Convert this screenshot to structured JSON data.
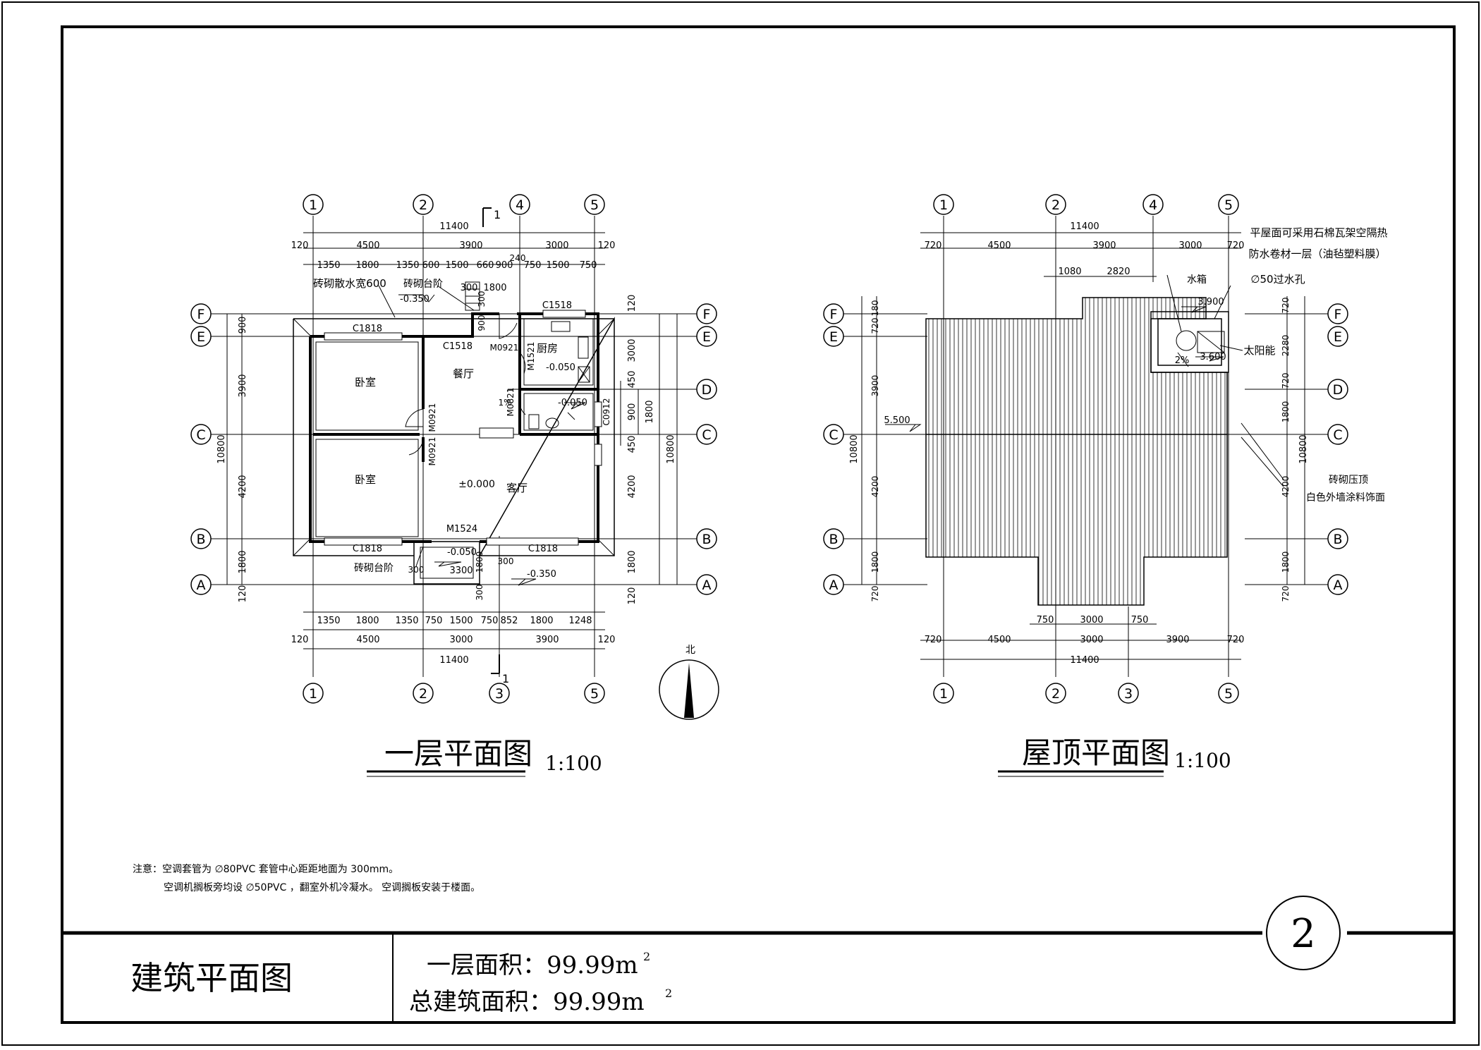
{
  "sheet": {
    "number": "2",
    "title": "建筑平面图",
    "first_floor_area": "一层面积：99.99m",
    "total_area": "总建筑面积：99.99m",
    "sup": "2"
  },
  "notes": {
    "line1": "注意：空调套管为   ∅80PVC 套管中心距距地面为     300mm。",
    "line2": "空调机搁板旁均设     ∅50PVC ，翻室外机冷凝水。     空调搁板安装于楼面。"
  },
  "floor_plan": {
    "title": "一层平面图",
    "scale": "1:100",
    "grid_cols": [
      "1",
      "2",
      "4",
      "5"
    ],
    "grid_cols_bottom": [
      "1",
      "2",
      "3",
      "5"
    ],
    "grid_rows": [
      "F",
      "E",
      "D",
      "C",
      "B",
      "A"
    ],
    "section_mark": "1",
    "dims_top_total": "11400",
    "dims_top_2": [
      "120",
      "4500",
      "3900",
      "3000",
      "120"
    ],
    "dims_top_3": [
      "1350",
      "1800",
      "1350",
      "600",
      "1500",
      "660",
      "900",
      "750",
      "1500",
      "750"
    ],
    "dims_bottom_1": [
      "1350",
      "1800",
      "1350",
      "750",
      "1500",
      "750",
      "852",
      "1800",
      "1248"
    ],
    "dims_bottom_2": [
      "120",
      "4500",
      "3000",
      "3900",
      "120"
    ],
    "dims_bottom_total": "11400",
    "dims_left": [
      "900",
      "3900",
      "4200",
      "1800",
      "120"
    ],
    "dims_left_total": "10800",
    "dims_right": [
      "120",
      "3000",
      "450",
      "900",
      "450",
      "4200",
      "1800",
      "120"
    ],
    "dims_right_sub": [
      "1800"
    ],
    "dims_right_total": "10800",
    "labels": {
      "scatter_water": "砖砌散水宽600",
      "brick_step_top": "砖砌台阶",
      "level_top": "-0.350",
      "d300": "300",
      "d1800": "1800",
      "d240": "240",
      "d300b": "300",
      "c1518_top": "C1518",
      "c1818_top": "C1818",
      "c1518_mid": "C1518",
      "m0921_a": "M0921",
      "m1521": "M1521",
      "kitchen": "厨房",
      "level_kitchen": "-0.050",
      "d900": "900",
      "bedroom1": "卧室",
      "bedroom2": "卧室",
      "dining": "餐厅",
      "m0921_b": "M0921",
      "m0921_c": "M0921",
      "m0821": "M0821",
      "slope": "1%",
      "level_bath": "-0.050",
      "c0912": "C0912",
      "living": "客厅",
      "level_zero": "±0.000",
      "m1524": "M1524",
      "c1818_bl": "C1818",
      "c1818_br": "C1818",
      "level_porch": "-0.050",
      "brick_step_bot": "砖砌台阶",
      "d300c": "300",
      "d3300": "3300",
      "d1800b": "1800",
      "d300d": "300",
      "level_bot": "-0.350",
      "d300e": "300"
    }
  },
  "roof_plan": {
    "title": "屋顶平面图",
    "scale": "1:100",
    "grid_cols": [
      "1",
      "2",
      "4",
      "5"
    ],
    "grid_cols_bottom": [
      "1",
      "2",
      "3",
      "5"
    ],
    "grid_rows": [
      "F",
      "E",
      "D",
      "C",
      "B",
      "A"
    ],
    "dims_top_total": "11400",
    "dims_top_2": [
      "720",
      "4500",
      "3900",
      "3000",
      "720"
    ],
    "dims_top_3": [
      "1080",
      "2820"
    ],
    "dims_bottom_1": [
      "750",
      "3000",
      "750"
    ],
    "dims_bottom_2": [
      "720",
      "4500",
      "3000",
      "3900",
      "720"
    ],
    "dims_bottom_total": "11400",
    "dims_left": [
      "180",
      "720",
      "3900",
      "4200",
      "1800",
      "720"
    ],
    "dims_left_total": "10800",
    "dims_right": [
      "720",
      "2280",
      "720",
      "1800",
      "4200",
      "1800",
      "720"
    ],
    "dims_right_total": "10800",
    "labels": {
      "note1": "平屋面可采用石棉瓦架空隔热",
      "note2": "防水卷材一层（油毡塑料膜）",
      "tank": "水箱",
      "drain": "∅50过水孔",
      "level_tank": "3.900",
      "solar": "太阳能",
      "slope": "2%",
      "level_roof": "3.600",
      "level_ridge": "5.500",
      "parapet": "砖砌压顶",
      "paint": "白色外墙涂料饰面"
    }
  },
  "north": {
    "label": "北"
  }
}
